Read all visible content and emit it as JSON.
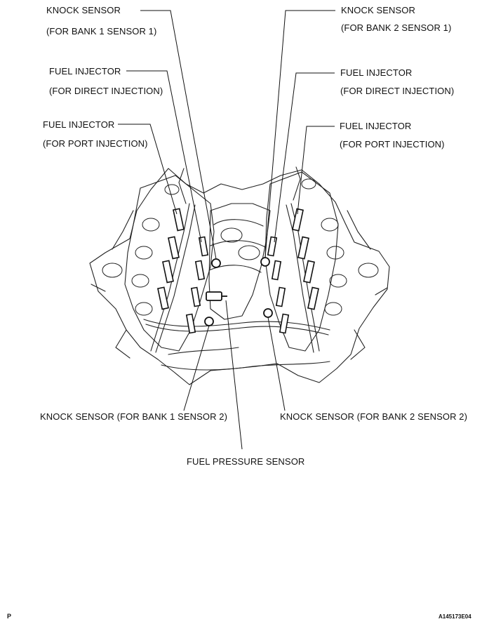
{
  "labels": {
    "knock_b1s1_title": "KNOCK SENSOR",
    "knock_b1s1_sub": "(FOR BANK 1 SENSOR 1)",
    "knock_b2s1_title": "KNOCK SENSOR",
    "knock_b2s1_sub": "(FOR BANK 2 SENSOR 1)",
    "inj_direct_left_title": "FUEL INJECTOR",
    "inj_direct_left_sub": "(FOR DIRECT INJECTION)",
    "inj_direct_right_title": "FUEL INJECTOR",
    "inj_direct_right_sub": "(FOR DIRECT INJECTION)",
    "inj_port_left_title": "FUEL INJECTOR",
    "inj_port_left_sub": "(FOR PORT INJECTION)",
    "inj_port_right_title": "FUEL INJECTOR",
    "inj_port_right_sub": "(FOR PORT INJECTION)",
    "knock_b1s2": "KNOCK SENSOR (FOR BANK 1 SENSOR 2)",
    "knock_b2s2": "KNOCK SENSOR (FOR BANK 2 SENSOR 2)",
    "fuel_pressure": "FUEL PRESSURE SENSOR"
  },
  "footer": {
    "corner_letter": "P",
    "figure_code": "A145173E04"
  }
}
